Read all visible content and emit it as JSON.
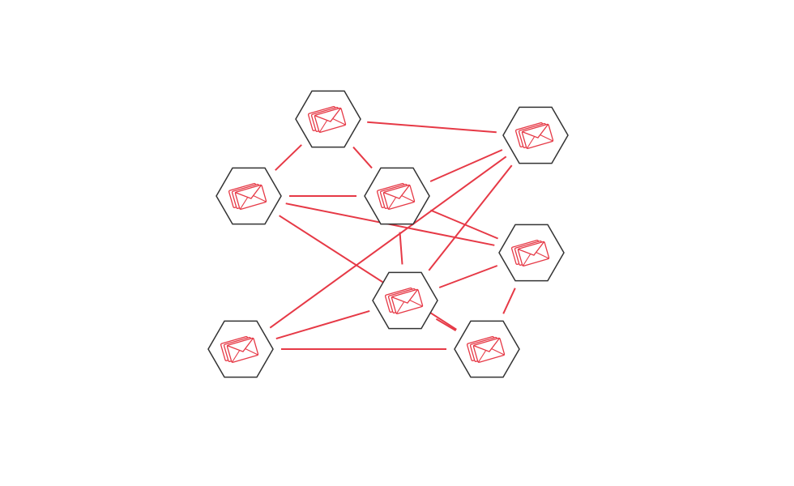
{
  "diagram": {
    "type": "mesh-network",
    "node_icon": "stacked-envelopes-icon",
    "node_shape": "hexagon",
    "colors": {
      "background": "#ffffff",
      "hexagon_stroke": "#333333",
      "link": "#e63946",
      "icon": "#e63946"
    },
    "nodes": [
      {
        "id": "n1"
      },
      {
        "id": "n2"
      },
      {
        "id": "n3"
      },
      {
        "id": "n4"
      },
      {
        "id": "n5"
      },
      {
        "id": "n6"
      },
      {
        "id": "n7"
      },
      {
        "id": "n8"
      }
    ],
    "links": [
      {
        "from": "n1",
        "to": "n2"
      },
      {
        "from": "n1",
        "to": "n3"
      },
      {
        "from": "n1",
        "to": "n4"
      },
      {
        "from": "n2",
        "to": "n4"
      },
      {
        "from": "n2",
        "to": "n6"
      },
      {
        "from": "n2",
        "to": "n7"
      },
      {
        "from": "n3",
        "to": "n4"
      },
      {
        "from": "n3",
        "to": "n5"
      },
      {
        "from": "n3",
        "to": "n8"
      },
      {
        "from": "n4",
        "to": "n5"
      },
      {
        "from": "n4",
        "to": "n6"
      },
      {
        "from": "n5",
        "to": "n6"
      },
      {
        "from": "n5",
        "to": "n8"
      },
      {
        "from": "n6",
        "to": "n7"
      },
      {
        "from": "n6",
        "to": "n8"
      },
      {
        "from": "n7",
        "to": "n8"
      }
    ]
  }
}
